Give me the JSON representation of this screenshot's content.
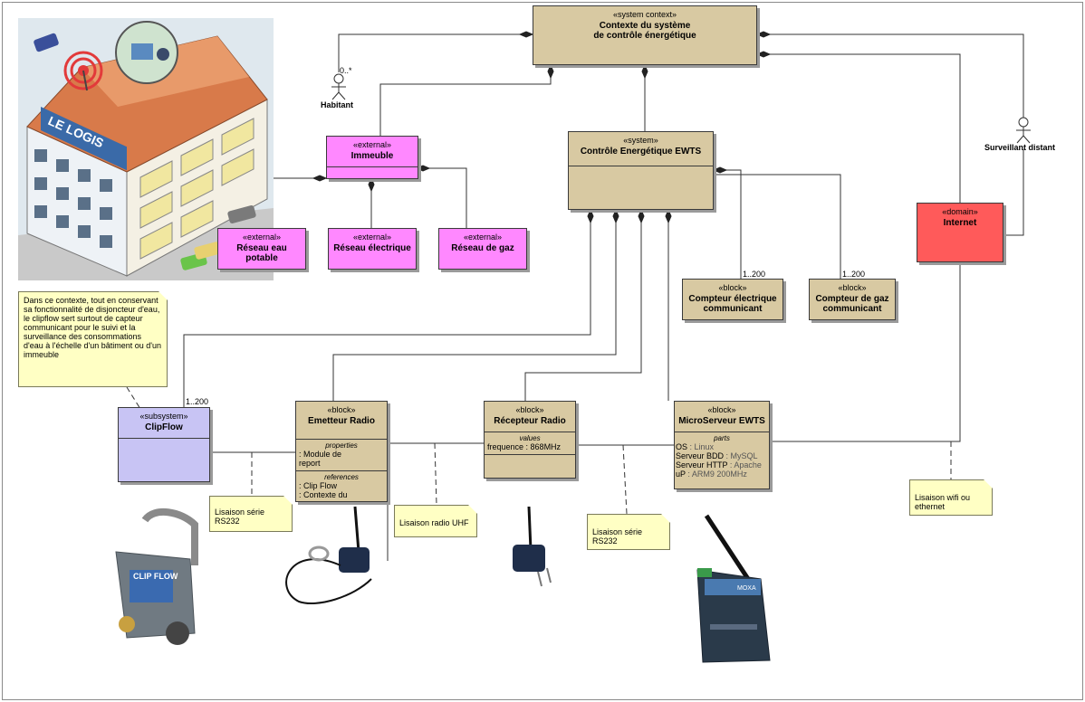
{
  "context": {
    "stereotype": "«system context»",
    "name_line1": "Contexte du système",
    "name_line2": "de contrôle énergétique"
  },
  "actors": {
    "habitant": {
      "name": "Habitant",
      "multiplicity": "0..*"
    },
    "surveillant": {
      "name": "Surveillant distant"
    }
  },
  "ewts": {
    "stereotype": "«system»",
    "name": "Contrôle Energétique  EWTS"
  },
  "immeuble": {
    "stereotype": "«external»",
    "name": "Immeuble"
  },
  "reseau_eau": {
    "stereotype": "«external»",
    "name_line1": "Réseau eau",
    "name_line2": "potable"
  },
  "reseau_elec": {
    "stereotype": "«external»",
    "name": "Réseau électrique"
  },
  "reseau_gaz": {
    "stereotype": "«external»",
    "name": "Réseau de gaz"
  },
  "internet": {
    "stereotype": "«domain»",
    "name": "Internet"
  },
  "compteur_elec": {
    "stereotype": "«block»",
    "name_line1": "Compteur électrique",
    "name_line2": "communicant",
    "multiplicity": "1..200"
  },
  "compteur_gaz": {
    "stereotype": "«block»",
    "name_line1": "Compteur de gaz",
    "name_line2": "communicant",
    "multiplicity": "1..200"
  },
  "clipflow": {
    "stereotype": "«subsystem»",
    "name": "ClipFlow",
    "multiplicity": "1..200"
  },
  "emetteur": {
    "stereotype": "«block»",
    "name": "Emetteur Radio",
    "properties_label": "properties",
    "prop_line1": ": Module de",
    "prop_line2": "report",
    "references_label": "references",
    "ref_line1": ": Clip Flow",
    "ref_line2": ": Contexte du"
  },
  "recepteur": {
    "stereotype": "«block»",
    "name": "Récepteur Radio",
    "values_label": "values",
    "value_key": "frequence",
    "value_val": ": 868MHz"
  },
  "microserveur": {
    "stereotype": "«block»",
    "name": "MicroServeur EWTS",
    "parts_label": "parts",
    "parts": [
      {
        "key": "OS",
        "val": ": Linux"
      },
      {
        "key": "Serveur BDD",
        "val": ": MySQL"
      },
      {
        "key": "Serveur HTTP",
        "val": ": Apache"
      },
      {
        "key": "uP",
        "val": ": ARM9 200MHz"
      }
    ]
  },
  "notes": {
    "main": "Dans ce contexte, tout en conservant sa fonctionnalité de disjoncteur d'eau, le clipflow  sert surtout de capteur communicant pour le suivi et la surveillance des consommations d'eau à l'échelle d'un bâtiment ou d'un immeuble",
    "rs232_1_line1": "Lisaison série",
    "rs232_1_line2": "RS232",
    "uhf": "Lisaison radio UHF",
    "rs232_2_line1": "Lisaison série",
    "rs232_2_line2": "RS232",
    "wifi_line1": "Lisaison wifi ou",
    "wifi_line2": "ethernet"
  },
  "illustration": {
    "sign": "LE LOGIS",
    "clipflow_label": "CLIP FLOW",
    "moxa_label": "MOXA"
  },
  "colors": {
    "block": "#d8c9a2",
    "external": "#ff88ff",
    "subsystem": "#c8c4f4",
    "domain": "#ff5a5a",
    "note": "#ffffc4"
  }
}
